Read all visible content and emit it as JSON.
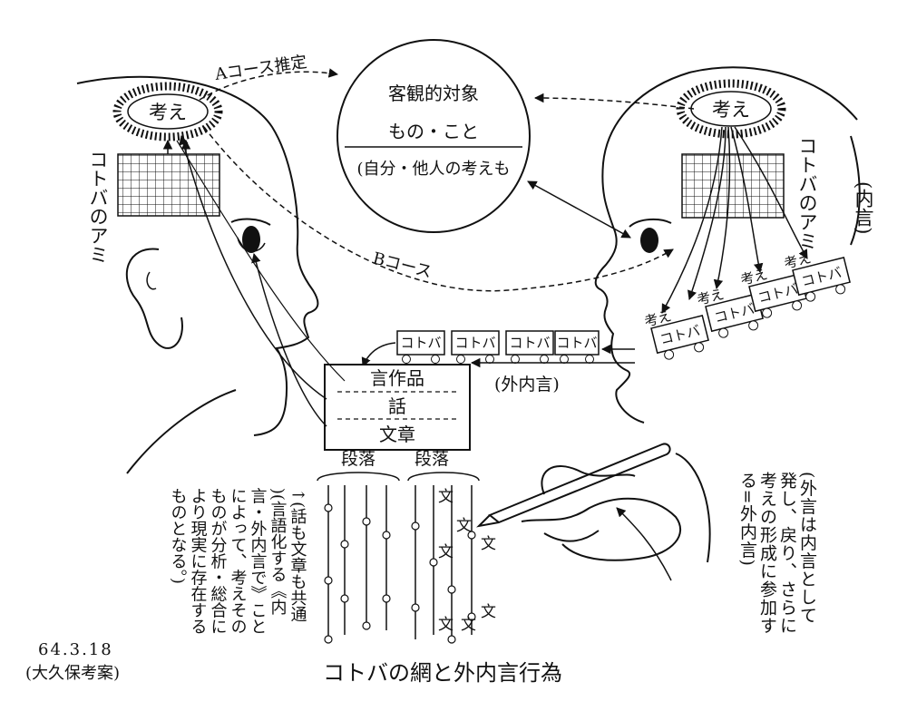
{
  "diagram": {
    "title": "コトバの網と外内言行為",
    "date": "64.3.18",
    "author": "(大久保考案)",
    "left_thought": "考え",
    "right_thought": "考え",
    "course_a": "Aコース推定",
    "course_b": "Bコース",
    "object_title": "客観的対象",
    "object_sub": "もの・こと",
    "object_note": "(自分・他人の考えも",
    "left_net_label": "コトバのアミ",
    "right_net_label": "コトバのアミ",
    "inner_speech": "(内言)",
    "outer_inner_speech": "(外内言)",
    "train_car": "コトバ",
    "think_small": "考え",
    "works_title": "言作品",
    "works_talk": "話",
    "works_text": "文章",
    "paragraph": "段落",
    "sentence": "文",
    "note_right": "(外言は内言として発し、戻り、さらに考えの形成に参加する=外内言)",
    "note_left": "↑(話も文章も共通)(言語化する《内言・外内言で》ことによって、考えそのものが分析・総合により現実に存在するものとなる。)"
  }
}
